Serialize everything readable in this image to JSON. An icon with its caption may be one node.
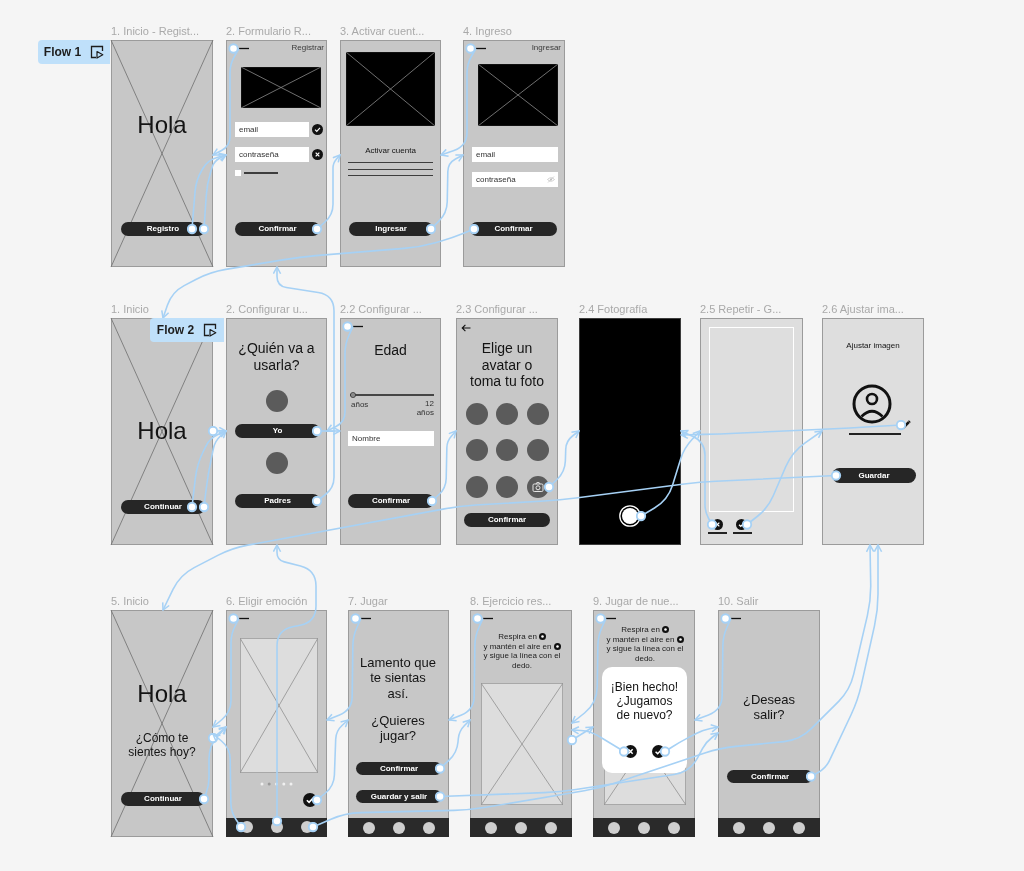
{
  "diagram": {
    "nodes": [
      {
        "text": [
          "Flow 1"
        ]
      },
      {
        "text": [
          "1. Inicio - Regist...",
          "Hola"
        ]
      },
      {
        "text": [
          "Registro"
        ],
        "in": 1
      },
      {
        "text": [
          "2. Formulario R...",
          "Registrar"
        ]
      },
      {
        "text": [],
        "shape": "picture",
        "in": 3
      },
      {
        "text": [
          "email"
        ],
        "in": 3
      },
      {
        "text": [
          "contraseña"
        ],
        "in": 3
      },
      {
        "text": [
          "Confirmar"
        ],
        "in": 3
      },
      {
        "text": [
          "3. Activar cuent...",
          "Activar cuenta"
        ]
      },
      {
        "text": [
          "Ingresar"
        ],
        "in": 8
      },
      {
        "text": [
          "4. Ingreso",
          "Ingresar"
        ]
      },
      {
        "text": [],
        "shape": "picture",
        "in": 10
      },
      {
        "text": [
          "email"
        ],
        "in": 10
      },
      {
        "text": [
          "contraseña"
        ],
        "in": 10
      },
      {
        "text": [
          "Confirmar"
        ],
        "in": 10
      },
      {
        "text": [
          "Flow 2"
        ]
      },
      {
        "text": [
          "1. Inicio",
          "Hola"
        ]
      },
      {
        "text": [
          "Continuar"
        ],
        "in": 16
      },
      {
        "text": [
          "2. Configurar u...",
          "¿Quién va a usarla?"
        ]
      },
      {
        "text": [
          "Yo"
        ],
        "in": 18
      },
      {
        "text": [
          "Padres"
        ],
        "in": 18
      },
      {
        "text": [
          "2.2 Configurar ...",
          "Edad",
          "años",
          "12 años"
        ]
      },
      {
        "text": [],
        "shape": "picture",
        "in": 21
      },
      {
        "text": [
          "Nombre"
        ],
        "in": 21
      },
      {
        "text": [
          "Confirmar"
        ],
        "in": 21
      },
      {
        "text": [
          "2.3 Configurar ...",
          "Elige un avatar o toma tu foto"
        ]
      },
      {
        "text": [],
        "shape": "circle",
        "in": 25
      },
      {
        "text": [
          "Confirmar"
        ],
        "in": 25
      },
      {
        "text": [
          "2.4 Fotografía"
        ]
      },
      {
        "text": [],
        "shape": "circle",
        "in": 28
      },
      {
        "text": [
          "2.5 Repetir - G..."
        ]
      },
      {
        "text": [],
        "shape": "circle",
        "in": 30
      },
      {
        "text": [],
        "shape": "circle",
        "in": 30
      },
      {
        "text": [
          "2.6 Ajustar ima...",
          "Ajustar imagen"
        ]
      },
      {
        "text": [],
        "shape": "picture",
        "in": 33
      },
      {
        "text": [
          "Guardar"
        ],
        "in": 33
      },
      {
        "text": [
          "5. Inicio",
          "Hola",
          "¿Cómo te sientes hoy?"
        ]
      },
      {
        "text": [
          "Continuar"
        ],
        "in": 36
      },
      {
        "text": [
          "6. Eligir emoción"
        ]
      },
      {
        "text": [],
        "shape": "picture",
        "in": 38
      },
      {
        "text": [],
        "shape": "circle",
        "in": 38
      },
      {
        "text": [],
        "shape": "circle",
        "in": 38
      },
      {
        "text": [],
        "shape": "circle",
        "in": 38
      },
      {
        "text": [],
        "shape": "circle",
        "in": 38
      },
      {
        "text": [
          "7. Jugar",
          "Lamento que te sientas así.",
          "¿Quieres jugar?"
        ]
      },
      {
        "text": [],
        "shape": "picture",
        "in": 44
      },
      {
        "text": [
          "Confirmar"
        ],
        "in": 44
      },
      {
        "text": [
          "Guardar y salir"
        ],
        "in": 44
      },
      {
        "text": [
          "8. Ejercicio res...",
          "Respira en",
          "y mantén el aire en",
          "y sigue la línea con el dedo."
        ]
      },
      {
        "text": [],
        "shape": "picture",
        "in": 48
      },
      {
        "text": [
          "9. Jugar de nue...",
          "Respira en",
          "y mantén el aire en",
          "y sigue la línea con el dedo."
        ]
      },
      {
        "text": [],
        "shape": "picture",
        "in": 50
      },
      {
        "text": [
          "¡Bien hecho! ¿Jugamos de nuevo?"
        ],
        "in": 50
      },
      {
        "text": [],
        "shape": "circle",
        "in": 52
      },
      {
        "text": [],
        "shape": "circle",
        "in": 52
      },
      {
        "text": [
          "10. Salir",
          "¿Deseas salir?"
        ]
      },
      {
        "text": [],
        "shape": "picture",
        "in": 55
      },
      {
        "text": [
          "Confirmar"
        ],
        "in": 55
      }
    ],
    "edges": [
      {
        "from": 2,
        "to": 3,
        "arrow": "to"
      },
      {
        "from": 2,
        "to": 3,
        "arrow": "to"
      },
      {
        "from": 4,
        "to": 1,
        "arrow": "to"
      },
      {
        "from": 7,
        "to": 8,
        "arrow": "to"
      },
      {
        "from": 9,
        "to": 10,
        "arrow": "to"
      },
      {
        "from": 11,
        "to": 8,
        "arrow": "to"
      },
      {
        "from": 14,
        "to": 16,
        "arrow": "to"
      },
      {
        "from": 17,
        "to": 18,
        "arrow": "to"
      },
      {
        "from": 17,
        "to": 18,
        "arrow": "to"
      },
      {
        "from": 16,
        "to": 18,
        "arrow": "to"
      },
      {
        "from": 19,
        "to": 21,
        "arrow": "to"
      },
      {
        "from": 22,
        "to": 18,
        "arrow": "to"
      },
      {
        "from": 20,
        "to": 3,
        "arrow": "to"
      },
      {
        "from": 24,
        "to": 25,
        "arrow": "to"
      },
      {
        "from": 26,
        "to": 28,
        "arrow": "to"
      },
      {
        "from": 29,
        "to": 30,
        "arrow": "to"
      },
      {
        "from": 31,
        "to": 28,
        "arrow": "to"
      },
      {
        "from": 32,
        "to": 33,
        "arrow": "to"
      },
      {
        "from": 34,
        "to": 28,
        "arrow": "to"
      },
      {
        "from": 35,
        "to": 36,
        "arrow": "to"
      },
      {
        "from": 37,
        "to": 38,
        "arrow": "to"
      },
      {
        "from": 36,
        "to": 38,
        "arrow": "to"
      },
      {
        "from": 39,
        "to": 36,
        "arrow": "to"
      },
      {
        "from": 41,
        "to": 36,
        "arrow": "to"
      },
      {
        "from": 42,
        "to": 18,
        "arrow": "to"
      },
      {
        "from": 43,
        "to": 33,
        "arrow": "to"
      },
      {
        "from": 40,
        "to": 44,
        "arrow": "to"
      },
      {
        "from": 45,
        "to": 38,
        "arrow": "to"
      },
      {
        "from": 46,
        "to": 48,
        "arrow": "to"
      },
      {
        "from": 47,
        "to": 55,
        "arrow": "to"
      },
      {
        "from": 49,
        "to": 44,
        "arrow": "to"
      },
      {
        "from": 48,
        "to": 50,
        "arrow": "to"
      },
      {
        "from": 51,
        "to": 48,
        "arrow": "to"
      },
      {
        "from": 53,
        "to": 48,
        "arrow": "to"
      },
      {
        "from": 54,
        "to": 55,
        "arrow": "to"
      },
      {
        "from": 56,
        "to": 50,
        "arrow": "to"
      },
      {
        "from": 57,
        "to": 33,
        "arrow": "to"
      }
    ]
  }
}
